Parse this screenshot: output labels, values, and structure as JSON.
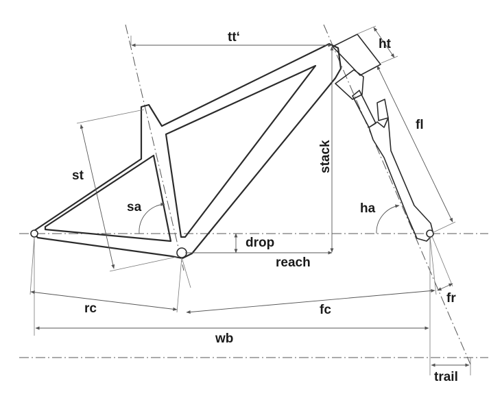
{
  "labels": {
    "tt": "tt‘",
    "ht": "ht",
    "fl": "fl",
    "st": "st",
    "stack": "stack",
    "sa": "sa",
    "ha": "ha",
    "drop": "drop",
    "reach": "reach",
    "rc": "rc",
    "fc": "fc",
    "fr": "fr",
    "wb": "wb",
    "trail": "trail"
  }
}
